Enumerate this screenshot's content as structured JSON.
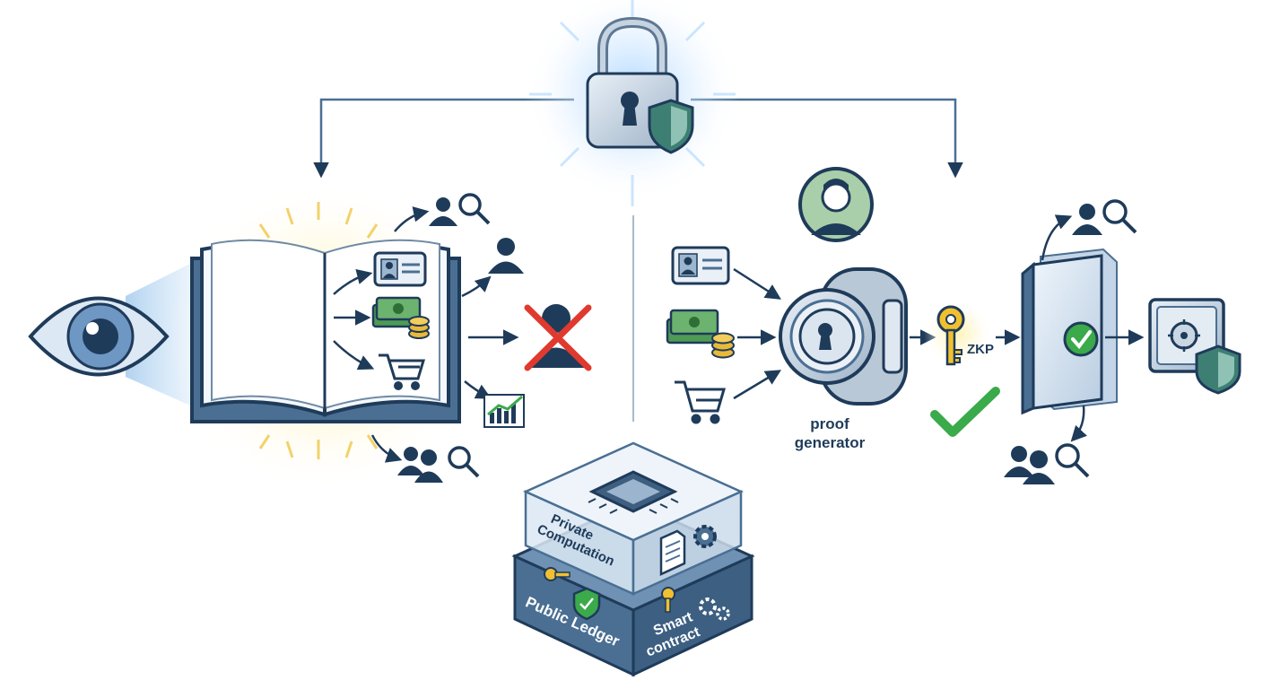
{
  "center": {
    "proof_generator_line1": "proof",
    "proof_generator_line2": "generator",
    "zkp_label": "ZKP"
  },
  "stack": {
    "top_layer_line1": "Private",
    "top_layer_line2": "Computation",
    "left_face_label": "Public Ledger",
    "right_face_line1": "Smart",
    "right_face_line2": "contract"
  },
  "colors": {
    "navy": "#1f3b5a",
    "steel": "#4a6f93",
    "glass": "#dbe7f3",
    "check_green": "#3aaa4a",
    "cross_red": "#e03a2f",
    "key_gold": "#f0c030",
    "money_green": "#4f9a55",
    "coin_gold": "#e8b93a",
    "shield_teal": "#3e7f73"
  },
  "icons": [
    "eye-icon",
    "open-book-icon",
    "id-card-icon",
    "money-stack-icon",
    "shopping-cart-icon",
    "user-search-icon",
    "user-icon",
    "denied-user-icon",
    "growth-chart-icon",
    "group-search-icon",
    "padlock-shield-icon",
    "avatar-icon",
    "proof-generator-vault-icon",
    "zkp-key-icon",
    "check-icon",
    "verified-ledger-book-icon",
    "safe-shield-icon",
    "cpu-chip-icon",
    "document-icon",
    "gear-icon"
  ]
}
